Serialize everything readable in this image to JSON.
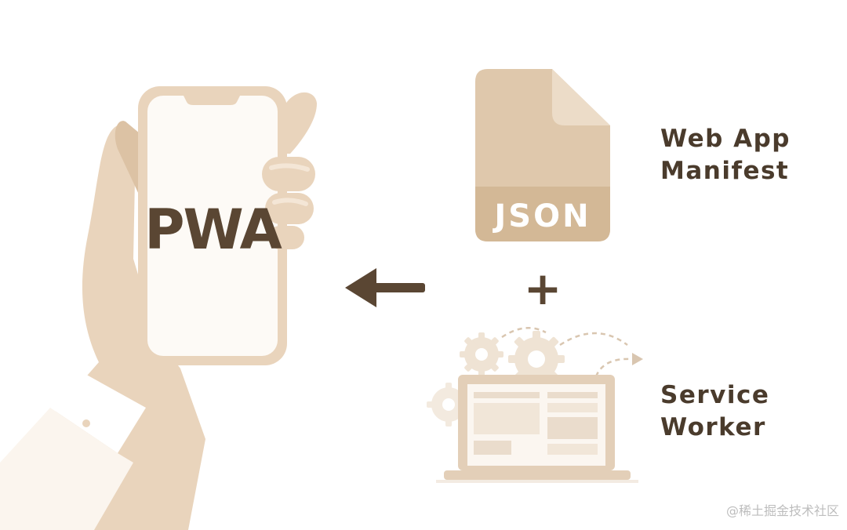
{
  "logo": {
    "text": "PWA"
  },
  "file": {
    "type_label": "JSON"
  },
  "labels": {
    "manifest_line1": "Web App",
    "manifest_line2": "Manifest",
    "sw_line1": "Service",
    "sw_line2": "Worker"
  },
  "symbols": {
    "plus": "+",
    "arrow": "left-arrow"
  },
  "watermark": "@稀土掘金技术社区",
  "colors": {
    "skin": "#e9d4bc",
    "skin_dark": "#dcc2a4",
    "accent": "#dfc8ac",
    "dark": "#5a4633",
    "text": "#4a3b2c",
    "cuff": "#ffffff"
  }
}
